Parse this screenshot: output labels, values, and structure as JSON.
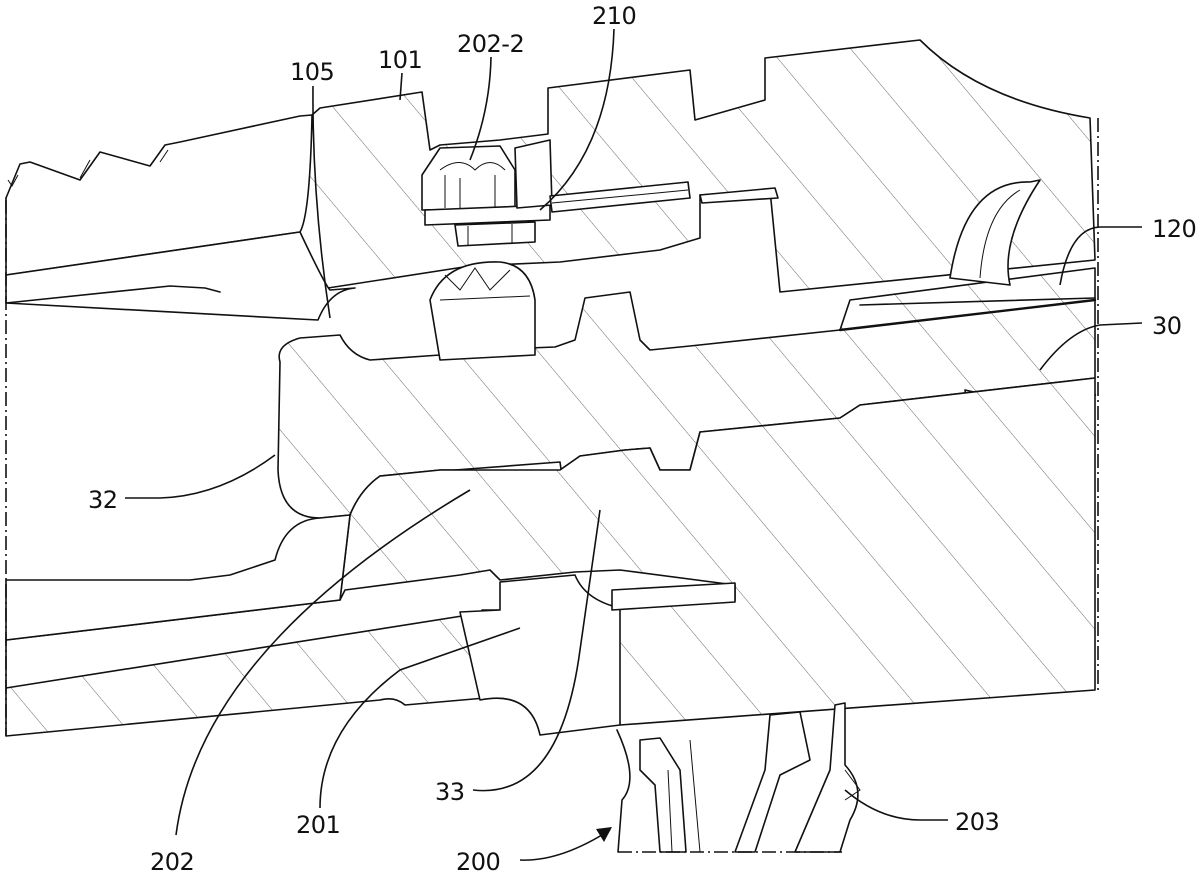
{
  "figure": {
    "type": "patent-cross-section",
    "line_color": "#111111",
    "background": "#ffffff"
  },
  "labels": {
    "ref_105": "105",
    "ref_101": "101",
    "ref_202_2": "202-2",
    "ref_210": "210",
    "ref_120": "120",
    "ref_30": "30",
    "ref_32": "32",
    "ref_202": "202",
    "ref_201": "201",
    "ref_33": "33",
    "ref_200": "200",
    "ref_203": "203"
  }
}
